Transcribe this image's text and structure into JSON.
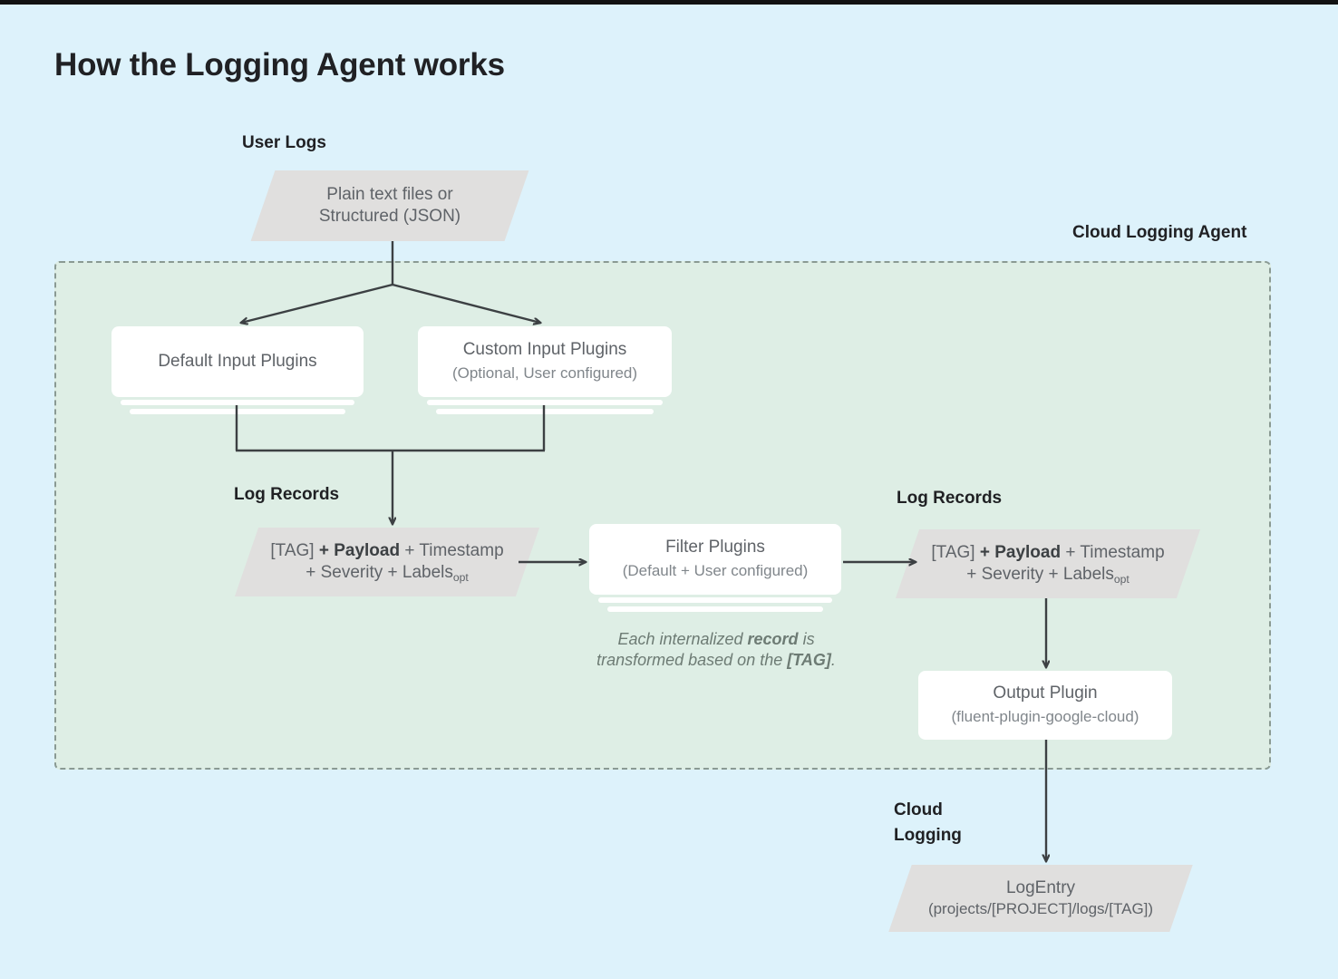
{
  "page": {
    "title": "How the Logging Agent works",
    "bg_color": "#ddf2fb",
    "agent_bg_color": "#deeee5",
    "node_gray": "#e0dfde",
    "wire_color": "#3c4043"
  },
  "labels": {
    "user_logs": "User Logs",
    "cloud_logging_agent": "Cloud Logging Agent",
    "log_records_left": "Log Records",
    "log_records_right": "Log Records",
    "cloud_logging_line1": "Cloud",
    "cloud_logging_line2": "Logging"
  },
  "nodes": {
    "user_logs_source": {
      "line1": "Plain text files or",
      "line2": "Structured (JSON)"
    },
    "default_input_plugins": {
      "title": "Default Input Plugins",
      "sub": ""
    },
    "custom_input_plugins": {
      "title": "Custom Input Plugins",
      "sub": "(Optional, User configured)"
    },
    "log_record_left": {
      "line1_a": "[TAG] ",
      "line1_b": "+ Payload",
      "line1_c": " + Timestamp",
      "line2_a": "+ Severity + Labels",
      "line2_sub": "opt"
    },
    "filter_plugins": {
      "title": "Filter Plugins",
      "sub": "(Default + User configured)"
    },
    "log_record_right": {
      "line1_a": "[TAG] ",
      "line1_b": "+ Payload",
      "line1_c": " + Timestamp",
      "line2_a": "+ Severity + Labels",
      "line2_sub": "opt"
    },
    "output_plugin": {
      "title": "Output Plugin",
      "sub": "(fluent-plugin-google-cloud)"
    },
    "log_entry": {
      "title": "LogEntry",
      "sub": "(projects/[PROJECT]/logs/[TAG])"
    }
  },
  "note": {
    "line1_a": "Each internalized ",
    "line1_b": "record",
    "line1_c": " is",
    "line2_a": "transformed based on the ",
    "line2_b": "[TAG]",
    "line2_c": "."
  }
}
